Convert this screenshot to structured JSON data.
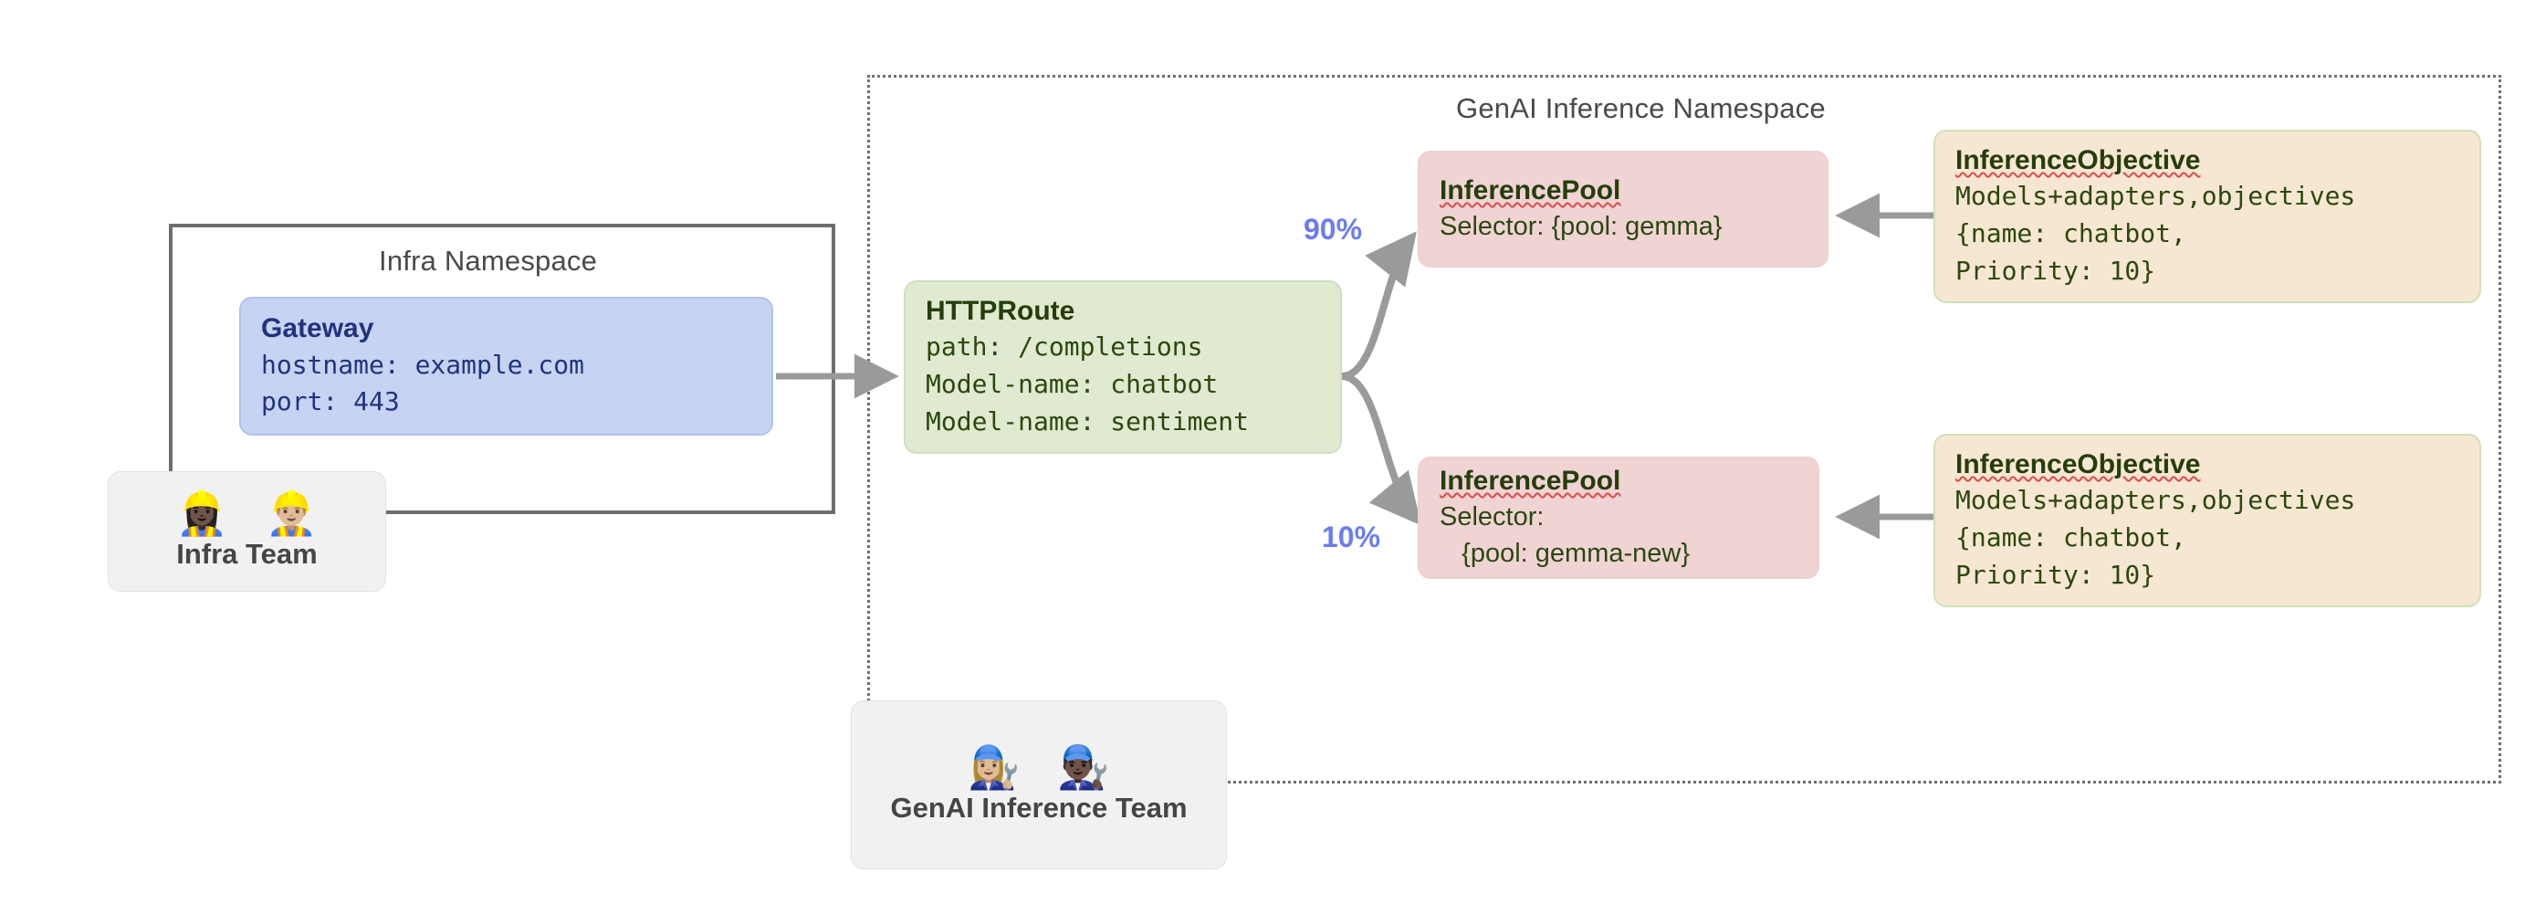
{
  "diagram": {
    "namespaces": {
      "infra": {
        "title": "Infra Namespace"
      },
      "genai": {
        "title": "GenAI Inference Namespace"
      }
    },
    "gateway": {
      "title": "Gateway",
      "line1": "hostname: example.com",
      "line2": "port: 443"
    },
    "httproute": {
      "title": "HTTPRoute",
      "line1": "path: /completions",
      "line2": "Model-name: chatbot",
      "line3": "Model-name: sentiment"
    },
    "pools": [
      {
        "title": "InferencePool",
        "line1": "Selector: {pool: gemma}",
        "line2": ""
      },
      {
        "title": "InferencePool",
        "line1": "Selector:",
        "line2": "   {pool: gemma-new}"
      }
    ],
    "objectives": [
      {
        "title": "InferenceObjective",
        "line1": "Models+adapters,objectives",
        "line2": "{name: chatbot,",
        "line3": "Priority: 10}"
      },
      {
        "title": "InferenceObjective",
        "line1": "Models+adapters,objectives",
        "line2": "{name: chatbot,",
        "line3": "Priority: 10}"
      }
    ],
    "weights": [
      {
        "label": "90%"
      },
      {
        "label": "10%"
      }
    ],
    "teams": [
      {
        "label": "Infra Team",
        "faces": "👷🏿‍♀️ 👷🏼‍♂️",
        "icon_names": [
          "construction-worker-woman-icon",
          "construction-worker-man-icon"
        ]
      },
      {
        "label": "GenAI Inference Team",
        "faces": "👩🏼‍🔧 👨🏿‍🔧",
        "icon_names": [
          "mechanic-woman-icon",
          "mechanic-man-icon"
        ]
      }
    ],
    "colors": {
      "gateway_fill": "#c6d3f2",
      "gateway_text": "#21337e",
      "httproute_fill": "#dfead0",
      "pool_fill": "#f0d4d4",
      "objective_fill": "#f6e7d2",
      "node_text": "#2c470f",
      "arrow": "#9a9a9a",
      "weight_text": "#6b7cf0",
      "namespace_border": "#6e6e6e",
      "team_fill": "#f1f1f1"
    }
  }
}
